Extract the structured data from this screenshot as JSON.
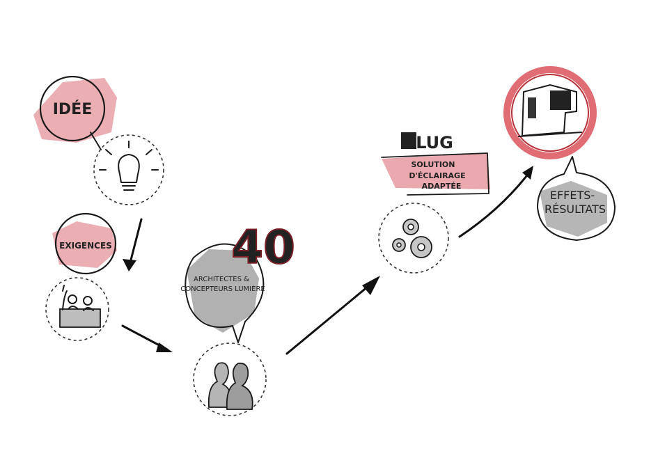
{
  "steps": {
    "idee": "IDÉE",
    "exigences": "EXIGENCES",
    "count": "40",
    "architectes_line1": "ARCHITECTES &",
    "architectes_line2": "CONCEPTEURS LUMIÈRE",
    "logo": "LUG",
    "solution_line1": "SOLUTION",
    "solution_line2": "D'ÉCLAIRAGE",
    "solution_line3": "ADAPTÉE",
    "effets_line1": "EFFETS-",
    "effets_line2": "RÉSULTATS"
  },
  "colors": {
    "accent_red": "#d9535b",
    "pink_wash": "#e8a0a6",
    "gray_wash": "#a9a9a9",
    "ink": "#1a1a1a"
  },
  "icons": {
    "lightbulb": "lightbulb-icon",
    "meeting": "meeting-icon",
    "people": "people-icon",
    "gears": "gears-icon",
    "building": "building-icon"
  }
}
